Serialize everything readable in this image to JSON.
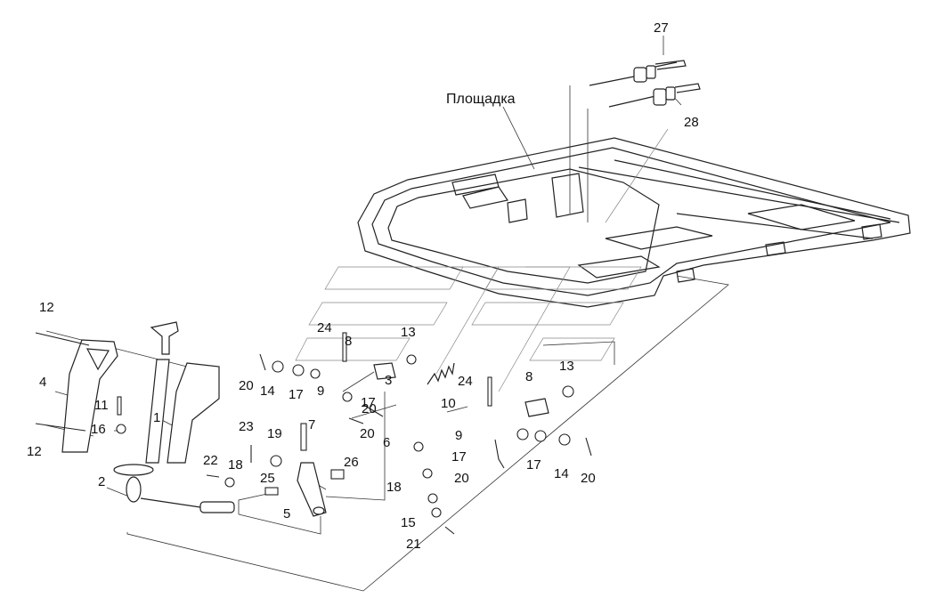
{
  "diagram": {
    "platform_label": "Площадка",
    "callouts": [
      {
        "id": "c27a",
        "text": "27"
      },
      {
        "id": "c28a",
        "text": "28"
      },
      {
        "id": "c12a",
        "text": "12"
      },
      {
        "id": "c12b",
        "text": "12"
      },
      {
        "id": "c4a",
        "text": "4"
      },
      {
        "id": "c11a",
        "text": "11"
      },
      {
        "id": "c16a",
        "text": "16"
      },
      {
        "id": "c1a",
        "text": "1"
      },
      {
        "id": "c2a",
        "text": "2"
      },
      {
        "id": "c22a",
        "text": "22"
      },
      {
        "id": "c18a",
        "text": "18"
      },
      {
        "id": "c23a",
        "text": "23"
      },
      {
        "id": "c19a",
        "text": "19"
      },
      {
        "id": "c25a",
        "text": "25"
      },
      {
        "id": "c7a",
        "text": "7"
      },
      {
        "id": "c26a",
        "text": "26"
      },
      {
        "id": "c5a",
        "text": "5"
      },
      {
        "id": "c20a",
        "text": "20"
      },
      {
        "id": "c14a",
        "text": "14"
      },
      {
        "id": "c17a",
        "text": "17"
      },
      {
        "id": "c24a",
        "text": "24"
      },
      {
        "id": "c8a",
        "text": "8"
      },
      {
        "id": "c13a",
        "text": "13"
      },
      {
        "id": "c9a",
        "text": "9"
      },
      {
        "id": "c20b",
        "text": "20"
      },
      {
        "id": "c20c",
        "text": "20"
      },
      {
        "id": "c3a",
        "text": "3"
      },
      {
        "id": "c17b",
        "text": "17"
      },
      {
        "id": "c10a",
        "text": "10"
      },
      {
        "id": "c6a",
        "text": "6"
      },
      {
        "id": "c18b",
        "text": "18"
      },
      {
        "id": "c15a",
        "text": "15"
      },
      {
        "id": "c21a",
        "text": "21"
      },
      {
        "id": "c24b",
        "text": "24"
      },
      {
        "id": "c8b",
        "text": "8"
      },
      {
        "id": "c13b",
        "text": "13"
      },
      {
        "id": "c9b",
        "text": "9"
      },
      {
        "id": "c17c",
        "text": "17"
      },
      {
        "id": "c20d",
        "text": "20"
      },
      {
        "id": "c17d",
        "text": "17"
      },
      {
        "id": "c14b",
        "text": "14"
      },
      {
        "id": "c20e",
        "text": "20"
      }
    ]
  }
}
